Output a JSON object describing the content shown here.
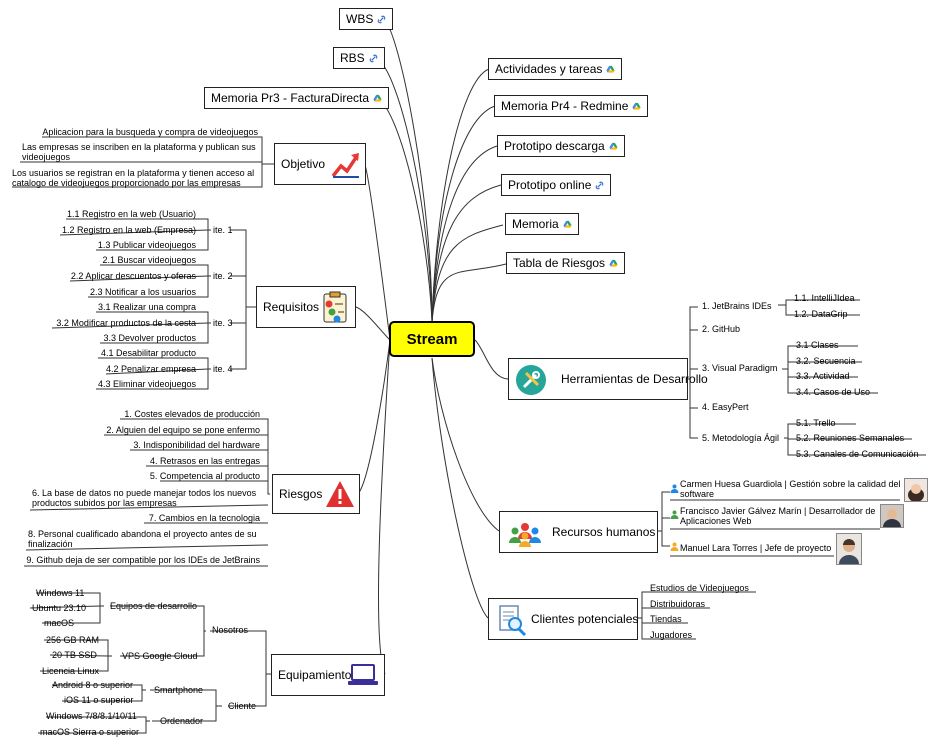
{
  "center": {
    "label": "Stream"
  },
  "left_top": [
    {
      "label": "WBS",
      "icon": "link-icon"
    },
    {
      "label": "RBS",
      "icon": "link-icon"
    },
    {
      "label": "Memoria Pr3 - FacturaDirecta",
      "icon": "google-drive-icon"
    }
  ],
  "right_top": [
    {
      "label": "Actividades y tareas",
      "icon": "google-drive-icon"
    },
    {
      "label": "Memoria Pr4 - Redmine",
      "icon": "google-drive-icon"
    },
    {
      "label": "Prototipo descarga",
      "icon": "google-drive-icon"
    },
    {
      "label": "Prototipo online",
      "icon": "link-icon"
    },
    {
      "label": "Memoria",
      "icon": "google-drive-icon"
    },
    {
      "label": "Tabla de Riesgos",
      "icon": "google-drive-icon"
    }
  ],
  "objetivo": {
    "label": "Objetivo",
    "items": [
      "Aplicacion para la busqueda y compra de videojuegos",
      "Las empresas se inscriben en la plataforma y publican sus videojuegos",
      "Los usuarios se registran en la plataforma y tienen acceso al catalogo de videojuegos proporcionado por las empresas"
    ]
  },
  "requisitos": {
    "label": "Requisitos",
    "groups": [
      {
        "label": "ite. 1",
        "items": [
          "1.1 Registro en la web (Usuario)",
          "1.2 Registro en la web (Empresa)",
          "1.3 Publicar videojuegos"
        ]
      },
      {
        "label": "ite. 2",
        "items": [
          "2.1 Buscar videojuegos",
          "2.2 Aplicar descuentos y oferas",
          "2.3 Notificar a los usuarios"
        ]
      },
      {
        "label": "ite. 3",
        "items": [
          "3.1 Realizar una compra",
          "3.2 Modificar productos de la cesta",
          "3.3 Devolver productos"
        ]
      },
      {
        "label": "ite. 4",
        "items": [
          "4.1 Desabilitar producto",
          "4.2 Penalizar empresa",
          "4.3 Eliminar videojuegos"
        ]
      }
    ]
  },
  "riesgos": {
    "label": "Riesgos",
    "items": [
      "1. Costes elevados de producción",
      "2. Alguien del equipo se pone enfermo",
      "3. Indisponibilidad del hardware",
      "4. Retrasos en las entregas",
      "5. Competencia al producto",
      "6. La base de datos no puede manejar todos los nuevos productos subidos por las empresas",
      "7. Cambios en la tecnologia",
      "8. Personal cualificado abandona el proyecto antes de su finalización",
      "9. Github deja de ser compatible por los IDEs de JetBrains"
    ]
  },
  "equipamiento": {
    "label": "Equipamiento",
    "nosotros": {
      "label": "Nosotros",
      "equipos": {
        "label": "Equipos de desarrollo",
        "items": [
          "Windows 11",
          "Ubuntu 23.10",
          "macOS"
        ]
      },
      "vps": {
        "label": "VPS Google Cloud",
        "items": [
          "256 GB RAM",
          "20 TB SSD",
          "Licencia Linux"
        ]
      }
    },
    "cliente": {
      "label": "Cliente",
      "smartphone": {
        "label": "Smartphone",
        "items": [
          "Android 8 o superior",
          "iOS 11 o superior"
        ]
      },
      "ordenador": {
        "label": "Ordenador",
        "items": [
          "Windows 7/8/8.1/10/11",
          "macOS Sierra o superior"
        ]
      }
    }
  },
  "herramientas": {
    "label": "Herramientas de Desarrollo",
    "groups": [
      {
        "label": "1. JetBrains IDEs",
        "items": [
          "1.1. IntelliJIdea",
          "1.2. DataGrip"
        ]
      },
      {
        "label": "2. GitHub",
        "items": []
      },
      {
        "label": "3. Visual Paradigm",
        "items": [
          "3.1 Clases",
          "3.2. Secuencia",
          "3.3. Actividad",
          "3.4. Casos de Uso"
        ]
      },
      {
        "label": "4. EasyPert",
        "items": []
      },
      {
        "label": "5. Metodología Ágil",
        "items": [
          "5.1. Trello",
          "5.2. Reuniones Semanales",
          "5.3. Canales de Comunicación"
        ]
      }
    ]
  },
  "recursos": {
    "label": "Recursos humanos",
    "people": [
      "Carmen Huesa Guardiola | Gestión sobre la calidad del software",
      "Francisco Javier Gálvez Marín | Desarrollador de Aplicaciones Web",
      "Manuel Lara Torres | Jefe de proyecto"
    ]
  },
  "clientes": {
    "label": "Clientes potenciales",
    "items": [
      "Estudios de Videojuegos",
      "Distribuidoras",
      "Tiendas",
      "Jugadores"
    ]
  },
  "colors": {
    "center_fill": "#ffff00",
    "link": "#3b6fd0",
    "risk": "#e03030",
    "chart_red": "#e53935"
  }
}
